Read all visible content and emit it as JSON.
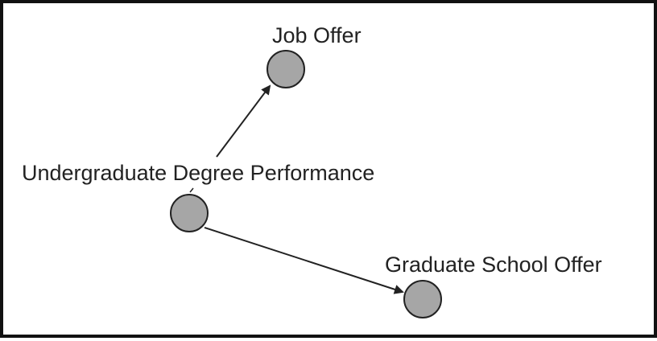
{
  "diagram": {
    "nodes": [
      {
        "id": "undergrad",
        "label": "Undergraduate Degree Performance"
      },
      {
        "id": "job",
        "label": "Job Offer"
      },
      {
        "id": "grad",
        "label": "Graduate School Offer"
      }
    ],
    "edges": [
      {
        "from": "undergrad",
        "to": "job"
      },
      {
        "from": "undergrad",
        "to": "grad"
      }
    ],
    "colors": {
      "node_fill": "#a6a6a6",
      "node_stroke": "#222222",
      "edge": "#222222",
      "border": "#111111"
    }
  }
}
